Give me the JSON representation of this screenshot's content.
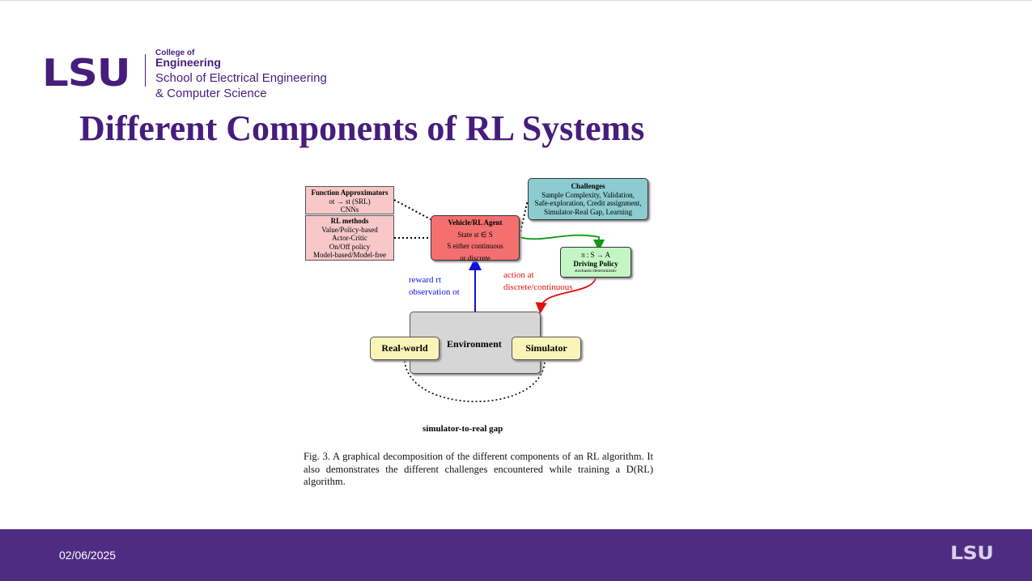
{
  "header": {
    "logo_text": "LSU",
    "college_prefix": "College of",
    "college_name": "Engineering",
    "school_line1": "School of Electrical Engineering",
    "school_line2": "& Computer Science"
  },
  "slide_title": "Different Components of RL Systems",
  "diagram": {
    "function_approx": {
      "title": "Function Approximators",
      "line1": "ot → st (SRL)",
      "line2": "CNNs"
    },
    "rl_methods": {
      "title": "RL methods",
      "items": [
        "Value/Policy-based",
        "Actor-Critic",
        "On/Off policy",
        "Model-based/Model-free"
      ]
    },
    "agent": {
      "title": "Vehicle/RL Agent",
      "line1": "State st ∈ S",
      "line2": "S either continuous",
      "line3": "or discrete"
    },
    "challenges": {
      "title": "Challenges",
      "items": [
        "Sample Complexity, Validation,",
        "Safe-exploration, Credit assignment,",
        "Simulator-Real Gap, Learning"
      ]
    },
    "driving_policy": {
      "line1": "π : S → A",
      "title": "Driving Policy",
      "line2": "stochastic/deterministic"
    },
    "environment": "Environment",
    "real_world": "Real-world",
    "simulator": "Simulator",
    "reward_label": "reward rt",
    "observation_label": "observation ot",
    "action_label": "action at",
    "action_space_label": "discrete/continuous",
    "gap_label": "simulator-to-real gap"
  },
  "caption": "Fig. 3.   A graphical decomposition of the different components of an RL algorithm. It also demonstrates the different challenges encountered while training a D(RL) algorithm.",
  "footer": {
    "date": "02/06/2025",
    "logo_text": "LSU"
  },
  "colors": {
    "lsu_purple": "#461d7c",
    "footer_purple": "#4f2c84",
    "reward_arrow": "#1010e0",
    "action_arrow": "#e01010",
    "policy_arrow": "#119911"
  }
}
